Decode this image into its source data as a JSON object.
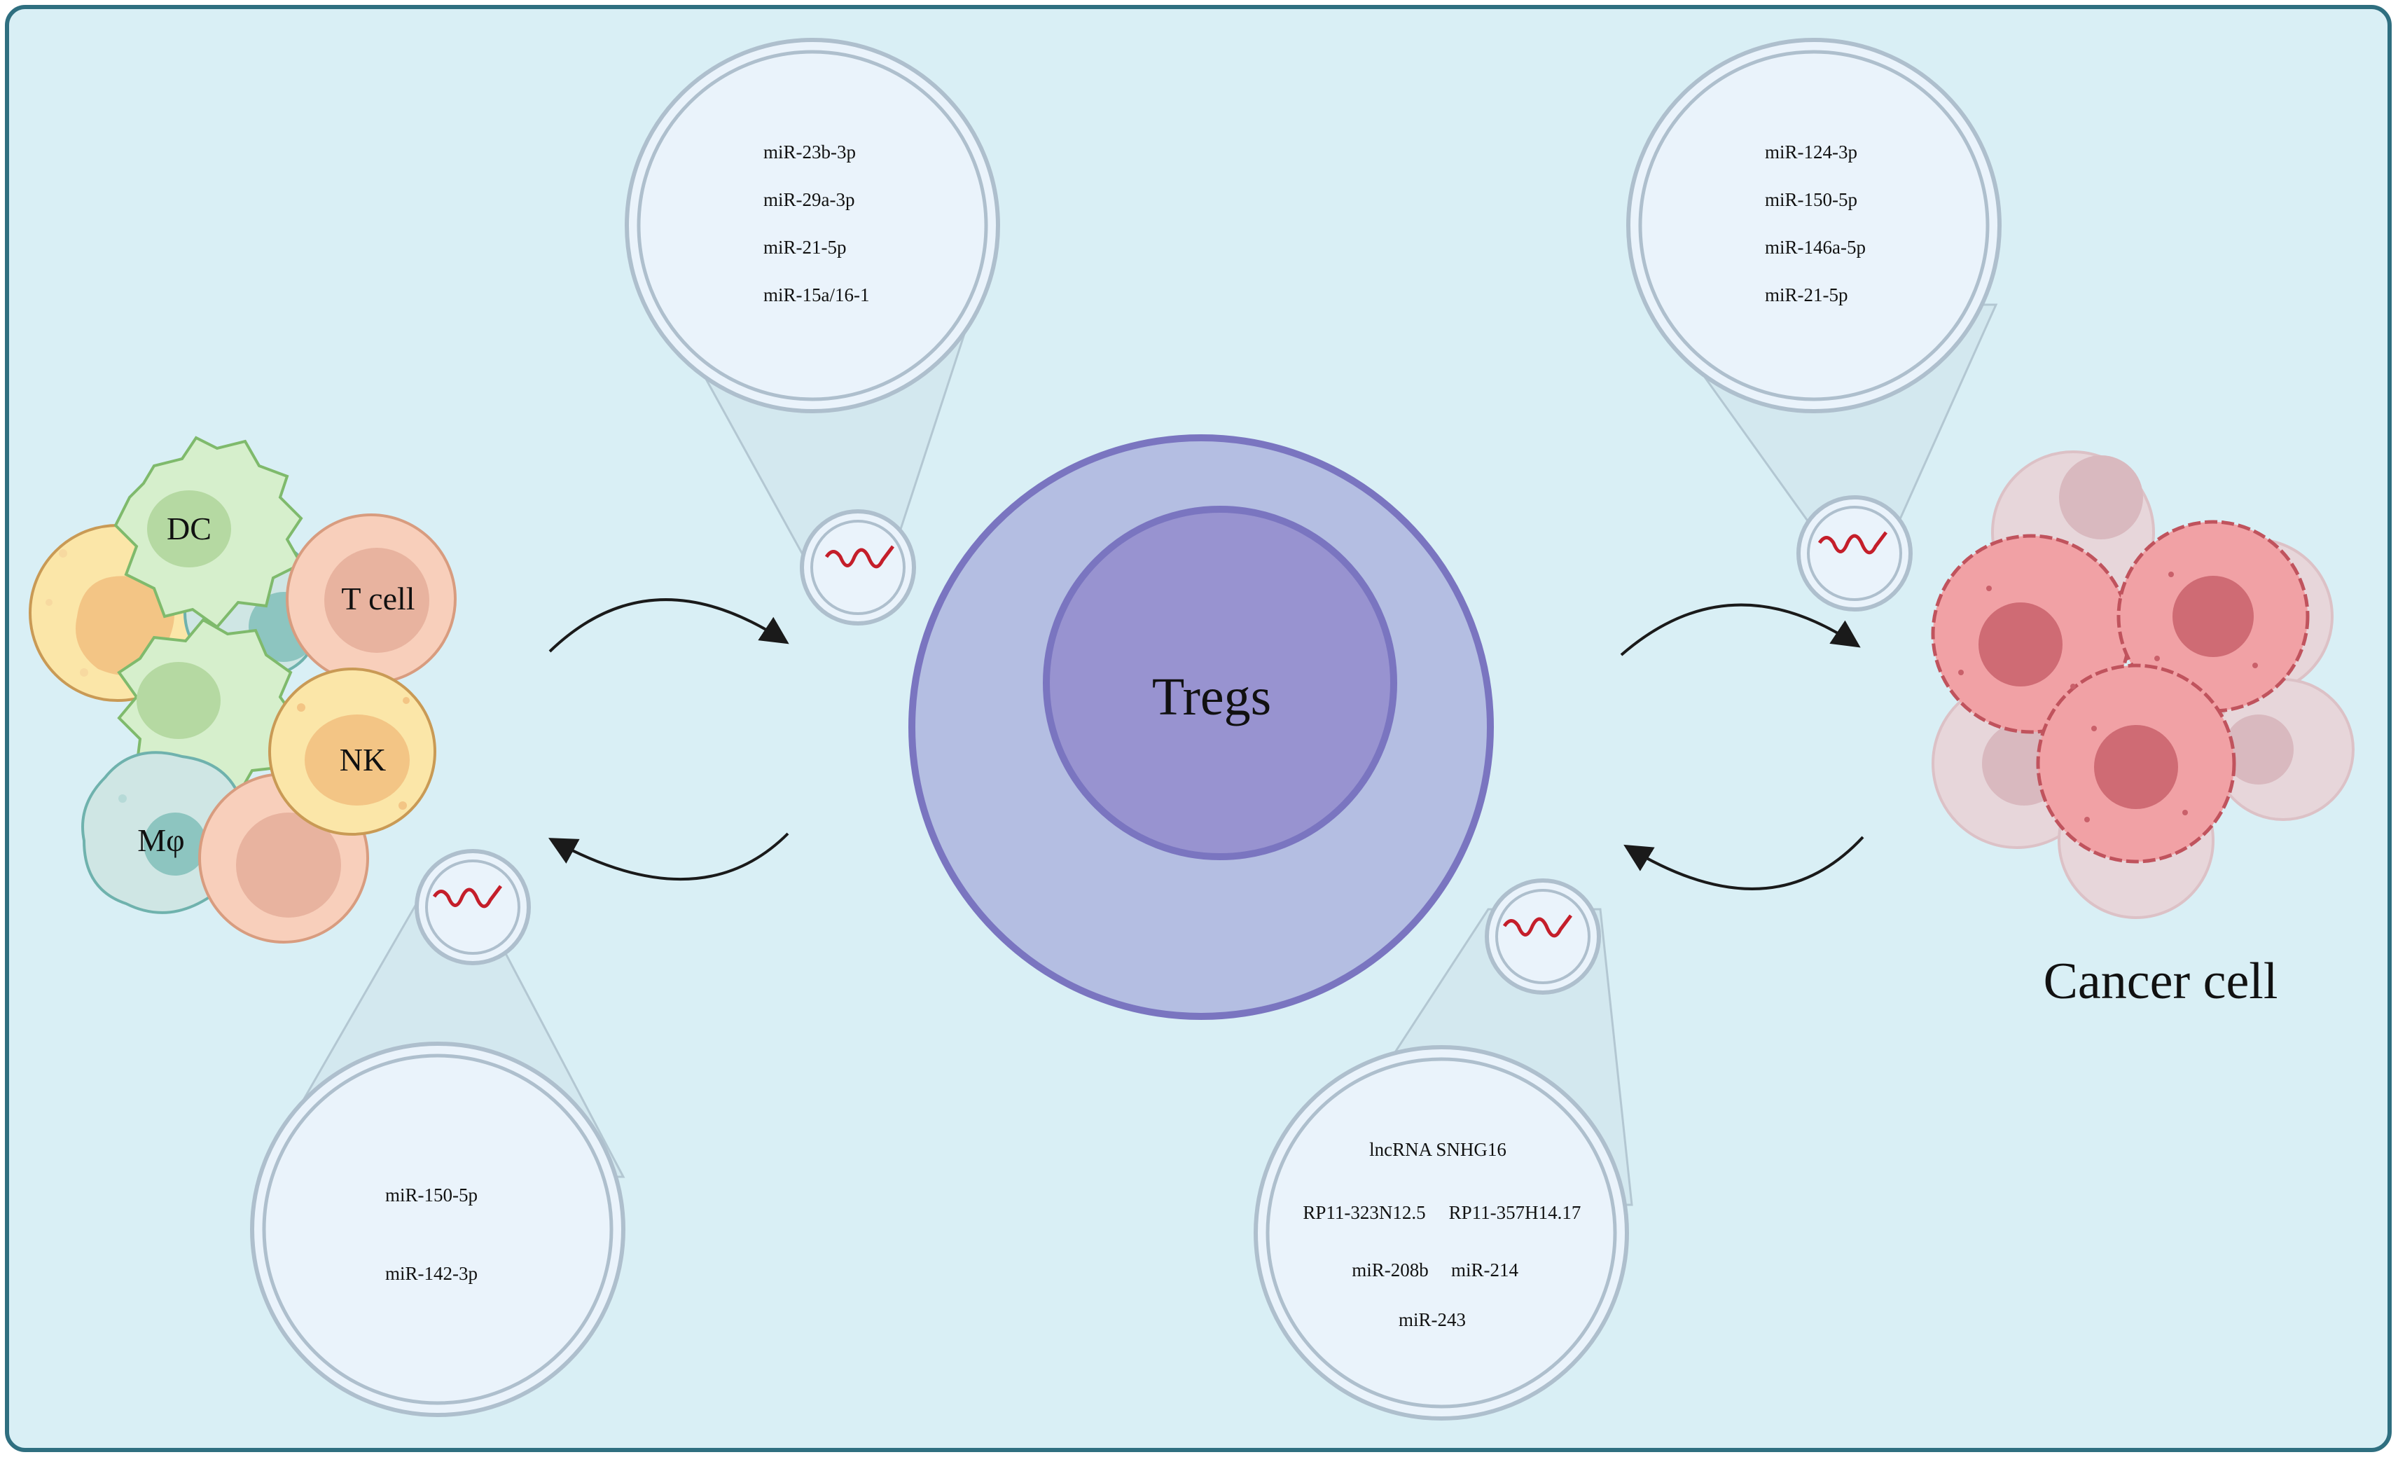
{
  "title": "Tregs",
  "cell_groups": {
    "immune": {
      "labels": [
        "DC",
        "T cell",
        "NK",
        "Mφ"
      ]
    },
    "cancer": {
      "label": "Cancer cell"
    }
  },
  "vesicles": {
    "top_left": {
      "items": [
        "miR-23b-3p",
        "miR-29a-3p",
        "miR-21-5p",
        "miR-15a/16-1"
      ]
    },
    "top_right": {
      "items": [
        "miR-124-3p",
        "miR-150-5p",
        "miR-146a-5p",
        "miR-21-5p"
      ]
    },
    "bottom_left": {
      "items": [
        "miR-150-5p",
        "miR-142-3p"
      ]
    },
    "bottom_right": {
      "rows": [
        "lncRNA SNHG16",
        "RP11-323N12.5",
        "RP11-357H14.17",
        "miR-208b",
        "miR-214",
        "miR-243"
      ]
    }
  },
  "colors": {
    "background": "#d9eff5",
    "border": "#2f6f80",
    "treg_outer": "#b4bee2",
    "treg_inner": "#9893d0",
    "treg_stroke": "#7a75c0",
    "vesicle_fill": "#eaf3fb",
    "vesicle_stroke": "#aebfcd",
    "rna": "#c41e2a",
    "arrow": "#1a1a1a",
    "dc": "#d6efcc",
    "t_cell": "#f8cfbb",
    "nk": "#fbe6a8",
    "macrophage": "#cfe6e4",
    "cancer": "#f1a1a5"
  }
}
